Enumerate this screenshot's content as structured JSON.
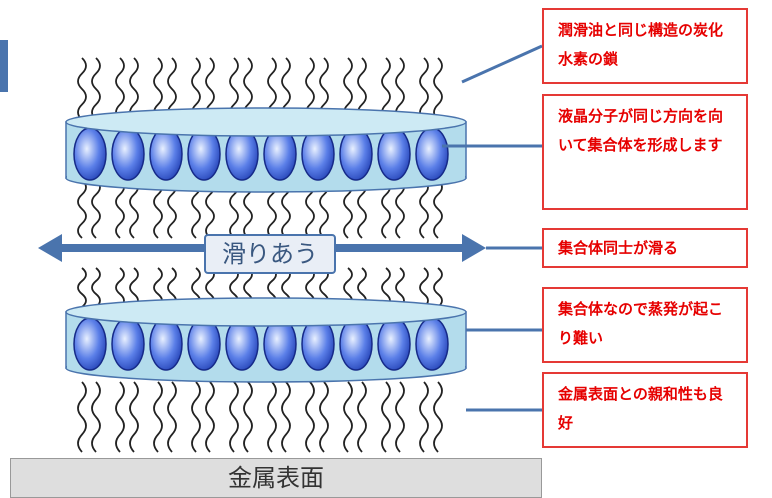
{
  "callouts": [
    "潤滑油と同じ構造の炭化水素の鎖",
    "液晶分子が同じ方向を向いて集合体を形成します",
    "集合体同士が滑る",
    "集合体なので蒸発が起こり難い",
    "金属表面との親和性も良好"
  ],
  "slide_label": "滑りあう",
  "surface_label": "金属表面",
  "colors": {
    "callout_border": "#e53935",
    "callout_text": "#e60000",
    "connector": "#4a74ad",
    "molecule_fill": "#3b5bd6",
    "layer_fill": "#b3dcec"
  },
  "icons": [
    "double-arrow-icon",
    "molecule-icon",
    "chain-icon"
  ]
}
